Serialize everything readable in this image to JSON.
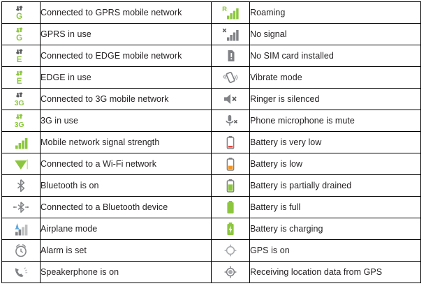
{
  "table": {
    "columns": 2,
    "rows_per_column": 13,
    "colors": {
      "green": "#8CC63E",
      "green_dark": "#76b828",
      "gray": "#808285",
      "gray_dark": "#58595b",
      "gray_light": "#bcbec0",
      "blue": "#5fa8dc",
      "red": "#e8433a",
      "orange": "#f5951e",
      "text": "#231f20",
      "border": "#000000"
    },
    "left_column": [
      {
        "icon": "gprs-connected-icon",
        "label": "Connected to GPRS mobile network"
      },
      {
        "icon": "gprs-in-use-icon",
        "label": "GPRS in use"
      },
      {
        "icon": "edge-connected-icon",
        "label": "Connected to EDGE mobile network"
      },
      {
        "icon": "edge-in-use-icon",
        "label": "EDGE in use"
      },
      {
        "icon": "3g-connected-icon",
        "label": "Connected to 3G mobile network"
      },
      {
        "icon": "3g-in-use-icon",
        "label": "3G in use"
      },
      {
        "icon": "signal-strength-icon",
        "label": "Mobile network signal strength"
      },
      {
        "icon": "wifi-icon",
        "label": "Connected to a Wi-Fi network"
      },
      {
        "icon": "bluetooth-on-icon",
        "label": "Bluetooth is on"
      },
      {
        "icon": "bluetooth-connected-icon",
        "label": "Connected to a Bluetooth device"
      },
      {
        "icon": "airplane-mode-icon",
        "label": "Airplane mode"
      },
      {
        "icon": "alarm-icon",
        "label": "Alarm is set"
      },
      {
        "icon": "speakerphone-icon",
        "label": "Speakerphone is on"
      }
    ],
    "right_column": [
      {
        "icon": "roaming-icon",
        "label": "Roaming"
      },
      {
        "icon": "no-signal-icon",
        "label": "No signal"
      },
      {
        "icon": "no-sim-card-icon",
        "label": "No SIM card installed"
      },
      {
        "icon": "vibrate-mode-icon",
        "label": "Vibrate mode"
      },
      {
        "icon": "ringer-silenced-icon",
        "label": "Ringer is silenced"
      },
      {
        "icon": "microphone-mute-icon",
        "label": "Phone microphone is mute"
      },
      {
        "icon": "battery-very-low-icon",
        "label": "Battery is very low"
      },
      {
        "icon": "battery-low-icon",
        "label": "Battery is low"
      },
      {
        "icon": "battery-partial-icon",
        "label": "Battery is partially drained"
      },
      {
        "icon": "battery-full-icon",
        "label": "Battery is full"
      },
      {
        "icon": "battery-charging-icon",
        "label": "Battery is charging"
      },
      {
        "icon": "gps-on-icon",
        "label": "GPS is on"
      },
      {
        "icon": "gps-receiving-icon",
        "label": "Receiving location data from GPS"
      }
    ],
    "icon_badges": {
      "gprs_letter": "G",
      "edge_letter": "E",
      "threeg_letter": "3G",
      "roaming_letter": "R",
      "no_signal_mark": "x",
      "sim_mark": "!",
      "mute_mark": "x"
    }
  }
}
